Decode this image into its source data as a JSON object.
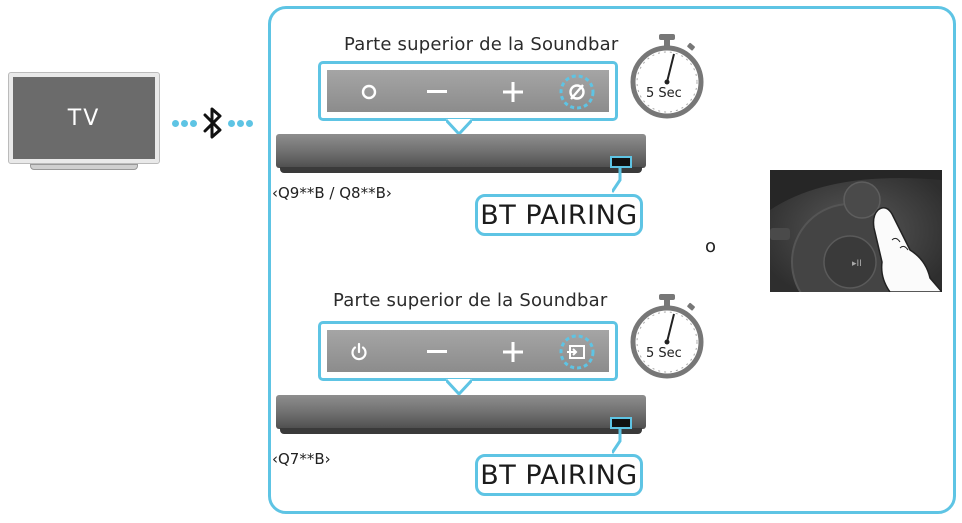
{
  "tv": {
    "label": "TV"
  },
  "connection": {
    "icon": "bluetooth-icon"
  },
  "sections": [
    {
      "title": "Parte superior de la Soundbar",
      "model": "‹Q9**B / Q8**B›",
      "timer": "5 Sec",
      "pairing_label": "BT PAIRING",
      "buttons": [
        "power-icon",
        "minus-icon",
        "plus-icon",
        "bluetooth-slash-icon"
      ]
    },
    {
      "title": "Parte superior de la Soundbar",
      "model": "‹Q7**B›",
      "timer": "5 Sec",
      "pairing_label": "BT PAIRING",
      "buttons": [
        "power-icon",
        "minus-icon",
        "plus-icon",
        "input-source-icon"
      ]
    }
  ],
  "alternative": {
    "text": "o"
  },
  "colors": {
    "accent": "#5ec4e4",
    "panel": "#9a9a9a",
    "bar": "#6e6e6e",
    "tv_screen": "#6b6b6b"
  }
}
